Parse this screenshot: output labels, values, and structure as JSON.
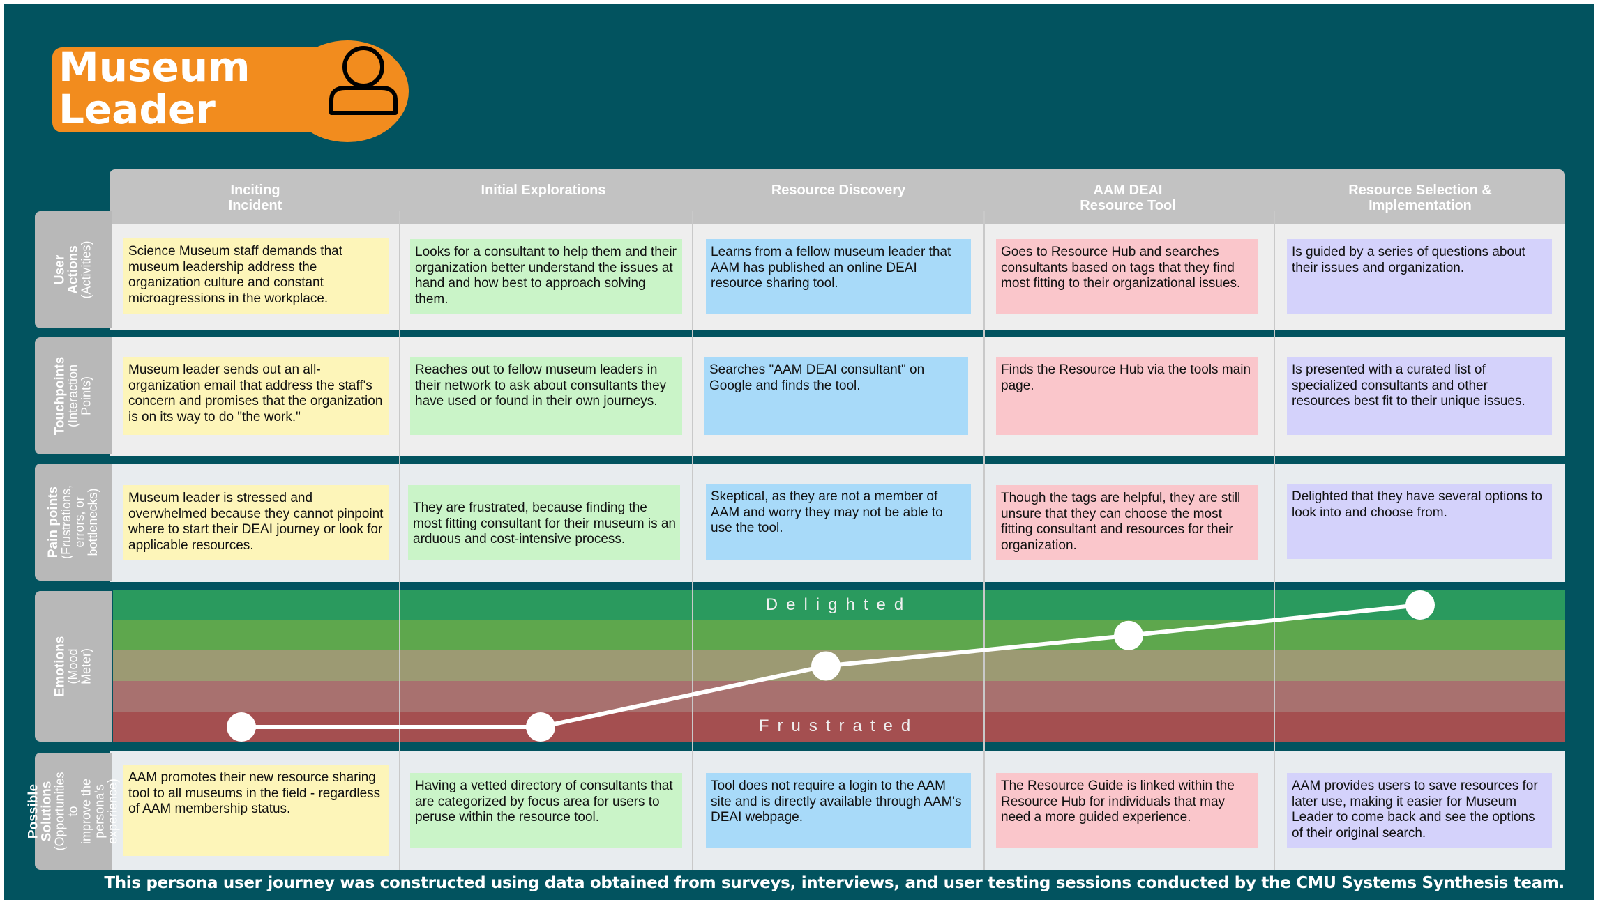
{
  "persona": {
    "title": "Museum\nLeader",
    "icon": "person-icon",
    "badge_color": "#f28c1e"
  },
  "stages": [
    "Inciting\nIncident",
    "Initial Explorations",
    "Resource Discovery",
    "AAM DEAI\nResource Tool",
    "Resource Selection &\nImplementation"
  ],
  "rows": [
    {
      "label": "User Actions",
      "sublabel": "(Activities)",
      "cards": [
        "Science Museum staff demands that museum leadership address the organization culture and constant microagressions in the workplace.",
        "Looks for a consultant to help them and their organization better understand the issues at hand and how best to approach solving them.",
        "Learns from a fellow museum leader that AAM has published an online DEAI resource sharing tool.",
        "Goes to Resource Hub and searches consultants based on tags that they find most fitting to their organizational issues.",
        "Is guided by a series of questions about their issues and organization."
      ]
    },
    {
      "label": "Touchpoints",
      "sublabel": "(Interaction\nPoints)",
      "cards": [
        "Museum leader sends out an all-organization email that address the staff's concern and promises that the organization is on its way to do \"the work.\"",
        "Reaches out to fellow museum leaders in their network to ask about consultants they have used or found in their own journeys.",
        "Searches \"AAM DEAI consultant\" on Google and finds the tool.",
        "Finds the Resource Hub via the tools main page.",
        "Is presented with a curated list of specialized consultants and other resources best fit to their unique issues."
      ]
    },
    {
      "label": "Pain points",
      "sublabel": "(Frustrations,\nerrors, or\nbottlenecks)",
      "cards": [
        "Museum leader is stressed and overwhelmed because they cannot pinpoint where to start their DEAI journey or look for applicable resources.",
        "They are frustrated, because finding the most fitting consultant for their museum is an arduous and cost-intensive process.",
        "Skeptical, as they are not a member of AAM and worry they may not be able to use the tool.",
        "Though the tags are helpful, they are still unsure that they can choose the most fitting consultant and resources for their organization.",
        "Delighted that they have several options to look into and choose from."
      ]
    },
    {
      "label": "Emotions",
      "sublabel": "(Mood Meter)"
    },
    {
      "label": "Possible Solutions",
      "sublabel": "(Opportunities to\nimprove the\npersona's\nexperience)",
      "cards": [
        "AAM promotes their new resource sharing tool to all museums in the field - regardless of AAM membership status.",
        "Having a vetted directory of consultants that are categorized by focus area for users to peruse within the resource tool.",
        "Tool does not require a login to the AAM site and is directly available through AAM's DEAI webpage.",
        "The Resource Guide is linked within the Resource Hub for individuals that may need a more guided experience.",
        "AAM provides users to save resources for later use, making it easier for Museum Leader to come back and see the options of their original search."
      ]
    }
  ],
  "mood": {
    "top_label": "Delighted",
    "bottom_label": "Frustrated",
    "levels": 5,
    "band_colors": [
      "#2a9a5e",
      "#5ea74d",
      "#9c9a73",
      "#a8716f",
      "#a44f50"
    ],
    "values": [
      0,
      0,
      2,
      3,
      4
    ]
  },
  "card_colors": [
    "#fdf5b9",
    "#caf4c8",
    "#a8daf9",
    "#fac6cb",
    "#d4d2fb"
  ],
  "footnote": "This persona user journey was constructed using data obtained from surveys, interviews, and user testing sessions conducted by the CMU Systems Synthesis team."
}
